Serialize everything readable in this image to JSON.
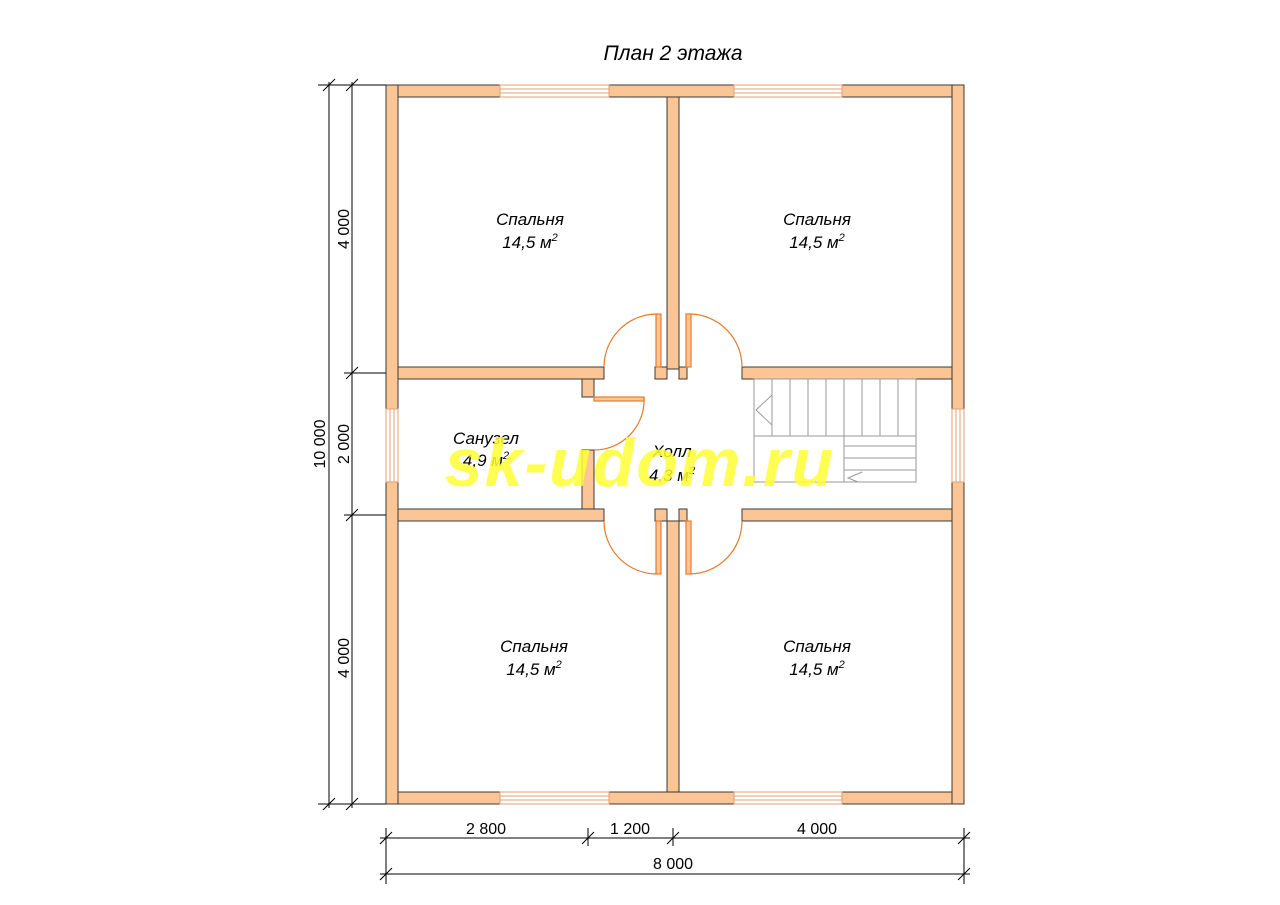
{
  "title": "План 2 этажа",
  "colors": {
    "wall": "#fcc596",
    "wall_stroke": "#3a3a3a",
    "door": "#e87a2a",
    "watermark": "#ffff33"
  },
  "rooms": [
    {
      "key": "bedroom_nw",
      "name": "Спальня",
      "area": "14,5 м",
      "sup": "2"
    },
    {
      "key": "bedroom_ne",
      "name": "Спальня",
      "area": "14,5 м",
      "sup": "2"
    },
    {
      "key": "bathroom",
      "name": "Санузел",
      "area": "4,9 м",
      "sup": "2"
    },
    {
      "key": "hall",
      "name": "Холл",
      "area": "4,3 м",
      "sup": "2"
    },
    {
      "key": "bedroom_sw",
      "name": "Спальня",
      "area": "14,5 м",
      "sup": "2"
    },
    {
      "key": "bedroom_se",
      "name": "Спальня",
      "area": "14,5 м",
      "sup": "2"
    }
  ],
  "dimensions": {
    "left_inner": [
      "4 000",
      "2 000",
      "4 000"
    ],
    "left_total": "10 000",
    "bottom_inner": [
      "2 800",
      "1 200",
      "4 000"
    ],
    "bottom_total": "8 000"
  },
  "watermark": "sk-udom.ru"
}
